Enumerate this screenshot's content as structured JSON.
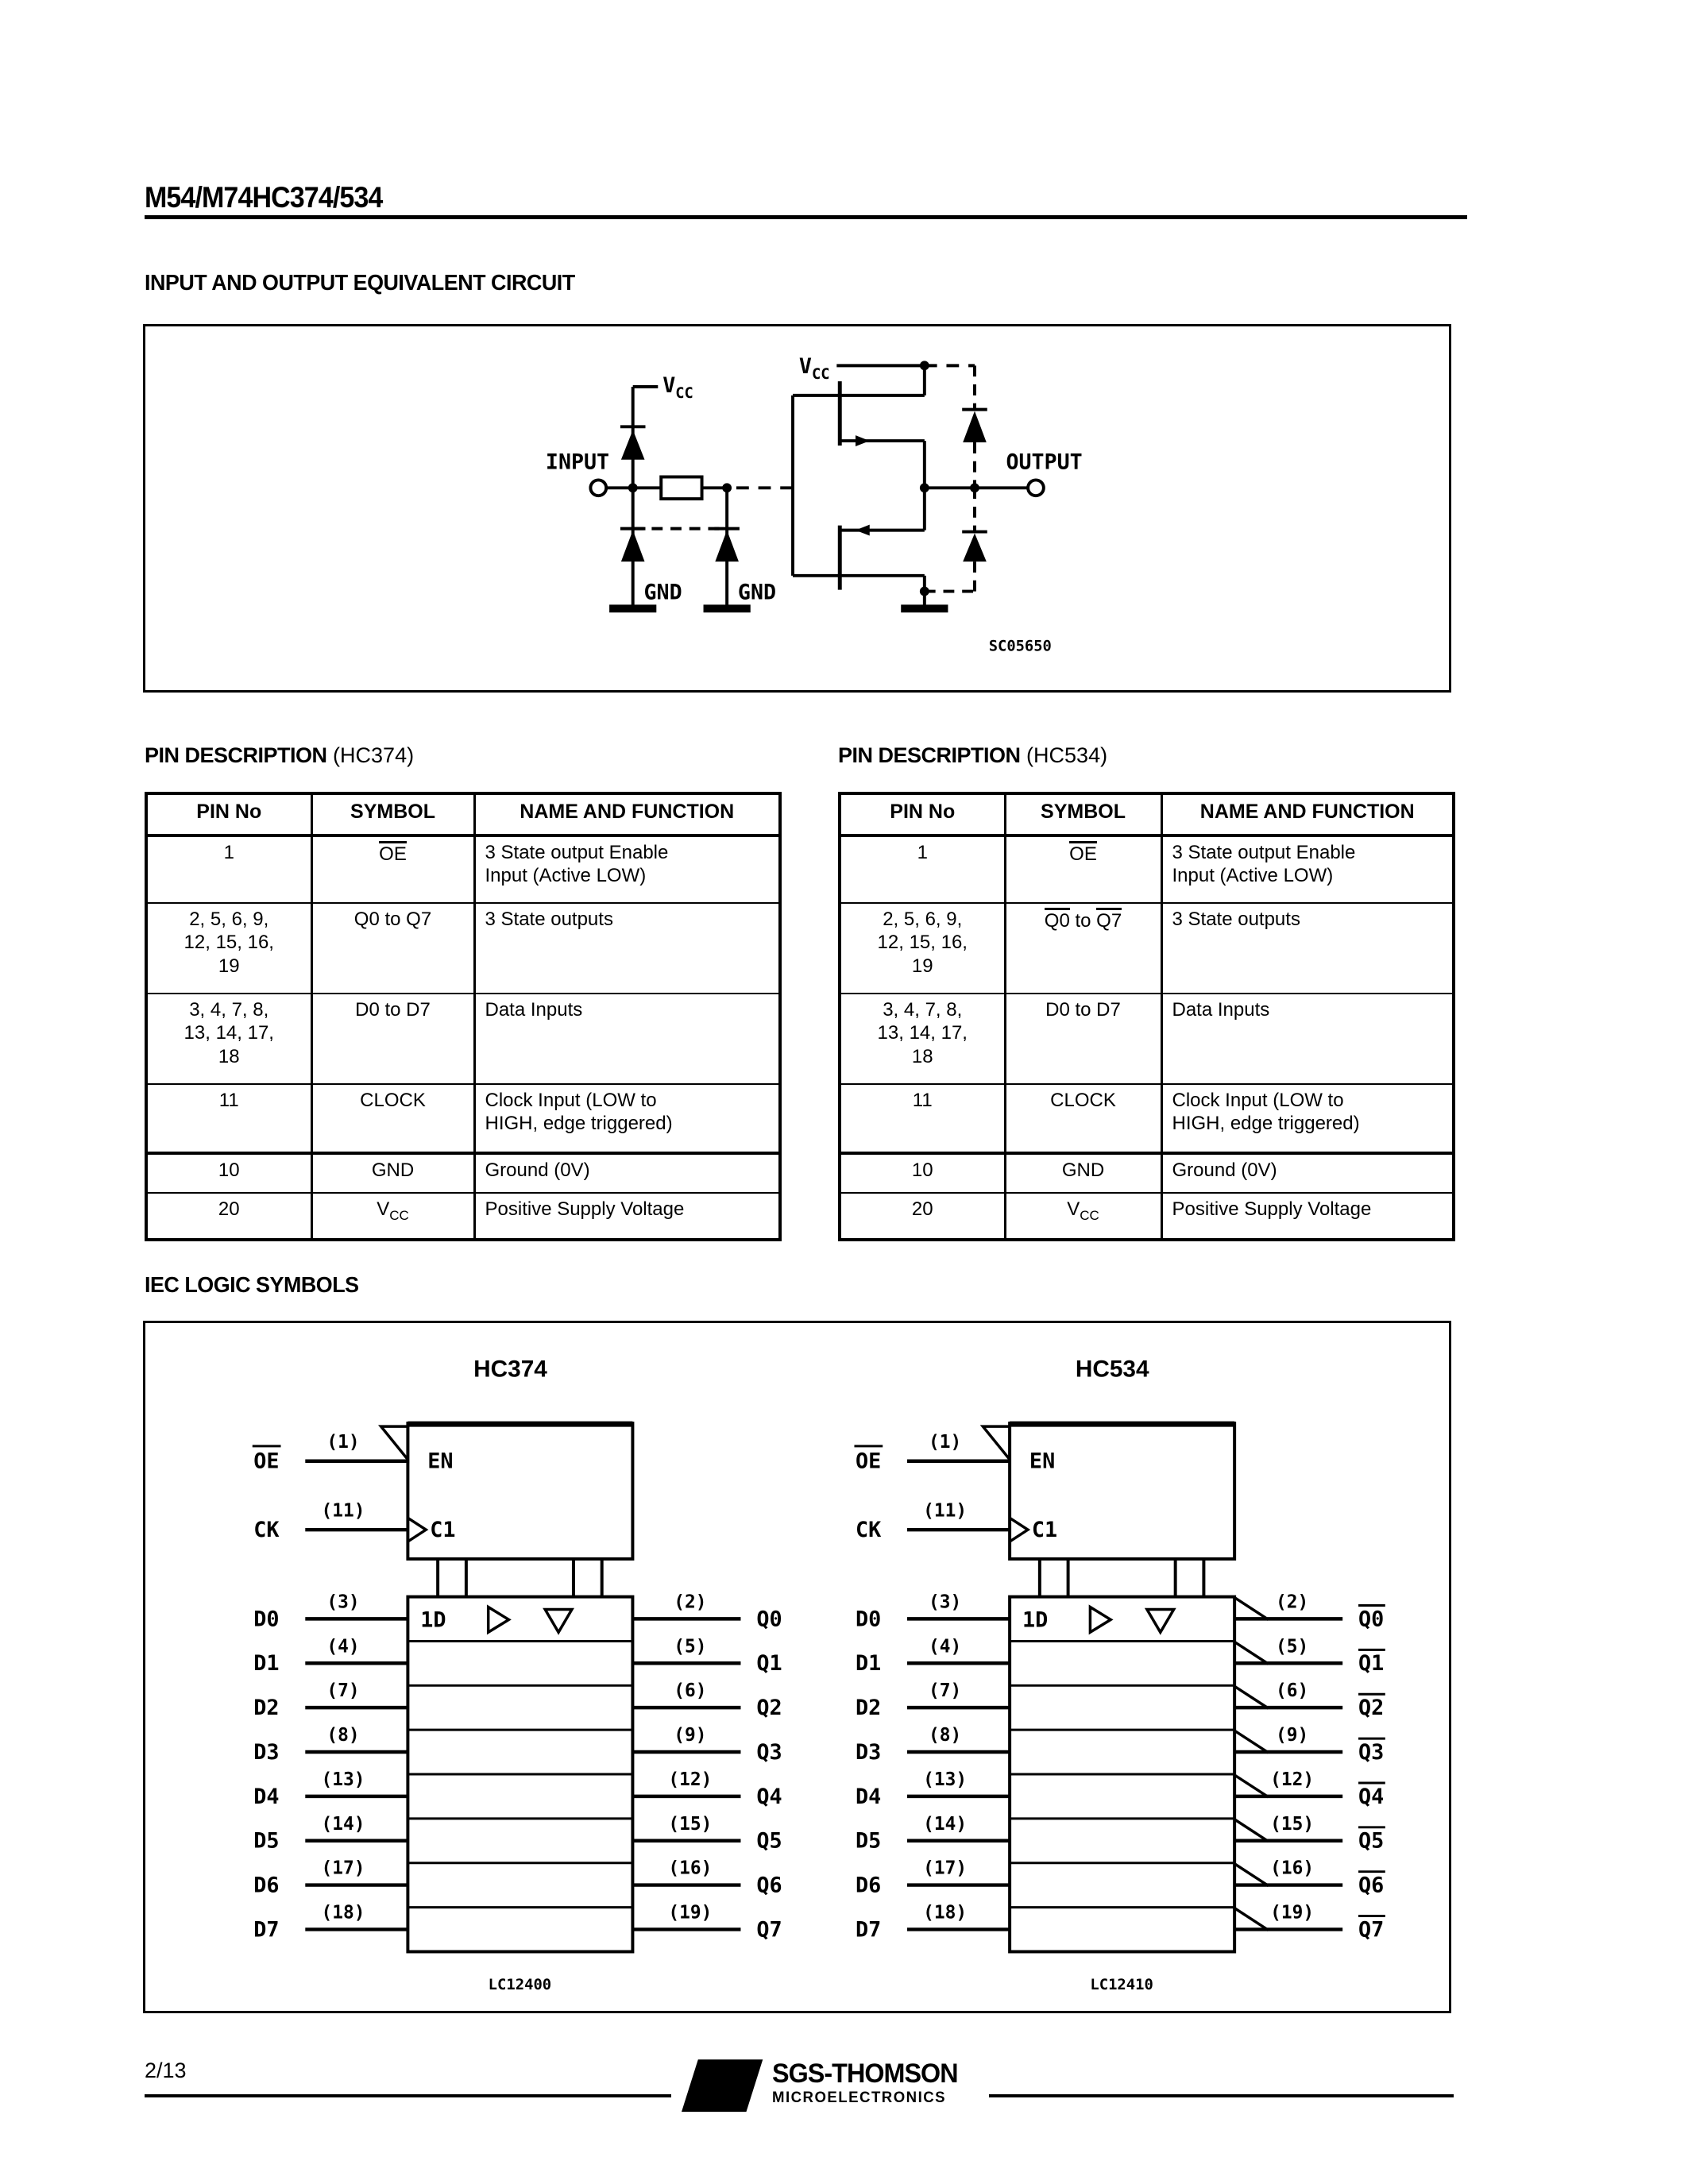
{
  "colors": {
    "ink": "#000000",
    "paper": "#ffffff"
  },
  "page": {
    "title": "M54/M74HC374/534"
  },
  "sections": {
    "circuit": {
      "heading": "INPUT AND OUTPUT EQUIVALENT CIRCUIT",
      "labels": {
        "vcc1": "V",
        "vcc1_sub": "CC",
        "vcc2": "V",
        "vcc2_sub": "CC",
        "input": "INPUT",
        "output": "OUTPUT",
        "gnd1": "GND",
        "gnd2": "GND",
        "code": "SC05650"
      }
    }
  },
  "tables": {
    "t374": {
      "heading": "PIN DESCRIPTION",
      "variant": "(HC374)",
      "headers": [
        "PIN No",
        "SYMBOL",
        "NAME AND FUNCTION"
      ],
      "rows": [
        {
          "pin": "1",
          "sym": "OE",
          "name": "3 State output Enable\nInput (Active LOW)"
        },
        {
          "pin": "2, 5, 6, 9,\n12, 15, 16,\n19",
          "sym": "Q0 to Q7",
          "name": "3 State outputs"
        },
        {
          "pin": "3, 4, 7, 8,\n13, 14, 17,\n18",
          "sym": "D0 to D7",
          "name": "Data Inputs"
        },
        {
          "pin": "11",
          "sym": "CLOCK",
          "name": "Clock Input (LOW to\nHIGH, edge triggered)"
        },
        {
          "pin": "10",
          "sym": "GND",
          "name": "Ground (0V)"
        },
        {
          "pin": "20",
          "sym": "V",
          "sym_sub": "CC",
          "name": "Positive Supply Voltage"
        }
      ]
    },
    "t534": {
      "heading": "PIN DESCRIPTION",
      "variant": "(HC534)",
      "headers": [
        "PIN No",
        "SYMBOL",
        "NAME AND FUNCTION"
      ],
      "rows": [
        {
          "pin": "1",
          "sym": "OE",
          "name": "3 State output Enable\nInput (Active LOW)"
        },
        {
          "pin": "2, 5, 6, 9,\n12, 15, 16,\n19",
          "sym_ov1": "Q0",
          "sym_mid": " to ",
          "sym_ov2": "Q7",
          "name": "3 State outputs"
        },
        {
          "pin": "3, 4, 7, 8,\n13, 14, 17,\n18",
          "sym": "D0 to D7",
          "name": "Data Inputs"
        },
        {
          "pin": "11",
          "sym": "CLOCK",
          "name": "Clock Input (LOW to\nHIGH, edge triggered)"
        },
        {
          "pin": "10",
          "sym": "GND",
          "name": "Ground (0V)"
        },
        {
          "pin": "20",
          "sym": "V",
          "sym_sub": "CC",
          "name": "Positive Supply Voltage"
        }
      ]
    }
  },
  "iec": {
    "heading": "IEC LOGIC SYMBOLS",
    "diagrams": [
      {
        "title": "HC374",
        "code": "LC12400",
        "inverted": false,
        "oe_label": "OE",
        "oe_pin": "(1)",
        "ck_label": "CK",
        "ck_pin": "(11)",
        "en": "EN",
        "c1": "C1",
        "cell": "1D",
        "inputs": [
          {
            "label": "D0",
            "pin": "(3)"
          },
          {
            "label": "D1",
            "pin": "(4)"
          },
          {
            "label": "D2",
            "pin": "(7)"
          },
          {
            "label": "D3",
            "pin": "(8)"
          },
          {
            "label": "D4",
            "pin": "(13)"
          },
          {
            "label": "D5",
            "pin": "(14)"
          },
          {
            "label": "D6",
            "pin": "(17)"
          },
          {
            "label": "D7",
            "pin": "(18)"
          }
        ],
        "outputs": [
          {
            "label": "Q0",
            "pin": "(2)"
          },
          {
            "label": "Q1",
            "pin": "(5)"
          },
          {
            "label": "Q2",
            "pin": "(6)"
          },
          {
            "label": "Q3",
            "pin": "(9)"
          },
          {
            "label": "Q4",
            "pin": "(12)"
          },
          {
            "label": "Q5",
            "pin": "(15)"
          },
          {
            "label": "Q6",
            "pin": "(16)"
          },
          {
            "label": "Q7",
            "pin": "(19)"
          }
        ]
      },
      {
        "title": "HC534",
        "code": "LC12410",
        "inverted": true,
        "oe_label": "OE",
        "oe_pin": "(1)",
        "ck_label": "CK",
        "ck_pin": "(11)",
        "en": "EN",
        "c1": "C1",
        "cell": "1D",
        "inputs": [
          {
            "label": "D0",
            "pin": "(3)"
          },
          {
            "label": "D1",
            "pin": "(4)"
          },
          {
            "label": "D2",
            "pin": "(7)"
          },
          {
            "label": "D3",
            "pin": "(8)"
          },
          {
            "label": "D4",
            "pin": "(13)"
          },
          {
            "label": "D5",
            "pin": "(14)"
          },
          {
            "label": "D6",
            "pin": "(17)"
          },
          {
            "label": "D7",
            "pin": "(18)"
          }
        ],
        "outputs": [
          {
            "label": "Q0",
            "pin": "(2)"
          },
          {
            "label": "Q1",
            "pin": "(5)"
          },
          {
            "label": "Q2",
            "pin": "(6)"
          },
          {
            "label": "Q3",
            "pin": "(9)"
          },
          {
            "label": "Q4",
            "pin": "(12)"
          },
          {
            "label": "Q5",
            "pin": "(15)"
          },
          {
            "label": "Q6",
            "pin": "(16)"
          },
          {
            "label": "Q7",
            "pin": "(19)"
          }
        ]
      }
    ]
  },
  "footer": {
    "page_number": "2/13",
    "brand": "SGS-THOMSON",
    "brand_sub": "MICROELECTRONICS",
    "logo": "st-logo"
  }
}
